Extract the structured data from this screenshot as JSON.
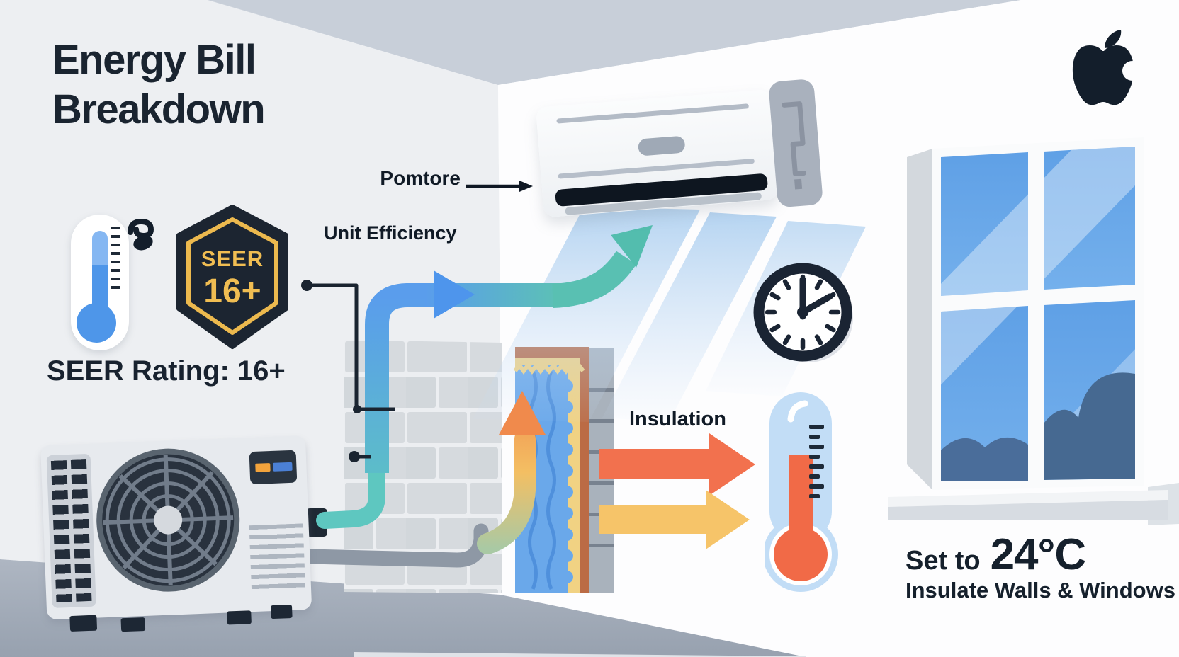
{
  "title": {
    "line1": "Energy Bill",
    "line2": "Breakdown"
  },
  "seer": {
    "badge_top": "SEER",
    "badge_value": "16+",
    "caption": "SEER Rating: 16+"
  },
  "callouts": {
    "brand": "Pomtore",
    "unit_efficiency": "Unit Efficiency",
    "insulation": "Insulation"
  },
  "footer": {
    "set_prefix": "Set to",
    "temperature": "24°C",
    "advice": "Insulate Walls & Windows"
  },
  "icons": [
    "apple-logo-icon",
    "thermometer-cold-icon",
    "eco-glyph-icon",
    "seer-badge",
    "clock-icon",
    "thermometer-hot-icon",
    "window-illustration",
    "ac-indoor-unit",
    "ac-outdoor-unit",
    "airflow-arrow",
    "heat-loss-arrows",
    "insulation-cutaway"
  ],
  "colors": {
    "navy": "#1a2430",
    "gold": "#f0bd52",
    "teal": "#5cc2b6",
    "blue": "#5a9dec",
    "orange": "#f08a4c",
    "red": "#f2714e",
    "yellow": "#f6c469",
    "sky_blue": "#66a7e9",
    "ceiling": "#c8cfd9",
    "wall": "#edeff2",
    "floor": "#a2abb8"
  }
}
